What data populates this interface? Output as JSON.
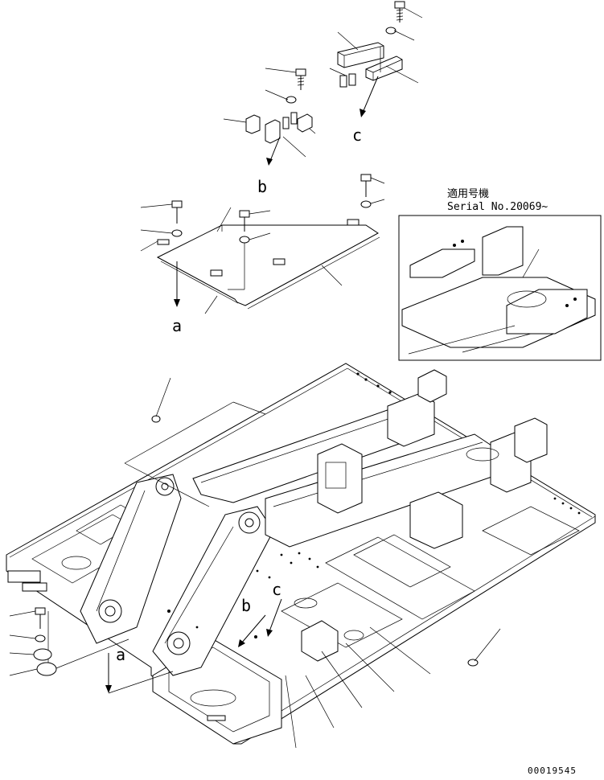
{
  "detail_labels": {
    "a_lower": "a",
    "a_upper": "a",
    "b_lower": "b",
    "b_upper": "b",
    "c_lower": "c",
    "c_upper": "c"
  },
  "inset": {
    "applicability_jp": "適用号機",
    "serial": "Serial No.20069~"
  },
  "drawing_number": "00019545"
}
